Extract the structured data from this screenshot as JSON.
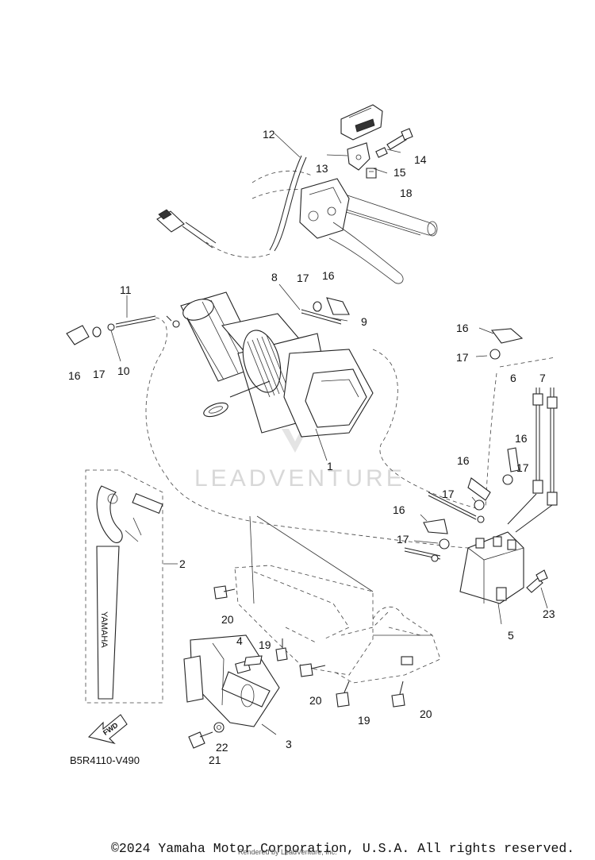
{
  "diagram": {
    "part_code": "B5R4110-V490",
    "watermark": "LEADVENTURE",
    "fwd_label": "FWD",
    "brand_mark": "YAMAHA",
    "callouts": [
      "12",
      "14",
      "13",
      "15",
      "18",
      "8",
      "17",
      "16",
      "9",
      "11",
      "16",
      "17",
      "10",
      "16",
      "17",
      "6",
      "7",
      "16",
      "17",
      "16",
      "17",
      "1",
      "16",
      "17",
      "2",
      "20",
      "5",
      "23",
      "4",
      "19",
      "20",
      "19",
      "20",
      "3",
      "22",
      "21"
    ]
  },
  "footer": {
    "copyright": "©2024 Yamaha Motor Corporation, U.S.A. All rights reserved.",
    "rendered_by": "Rendered by LeadVenture, Inc."
  }
}
